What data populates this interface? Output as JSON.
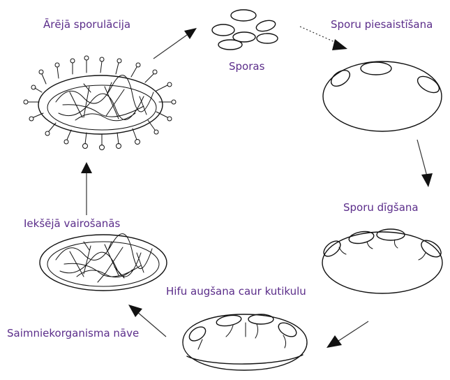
{
  "diagram": {
    "labels": {
      "external_sporulation": "Ārējā sporulācija",
      "spores": "Sporas",
      "spore_attachment": "Sporu piesaistīšana",
      "spore_germination": "Sporu dīgšana",
      "hyphal_growth": "Hifu augšana caur kutikulu",
      "host_death": "Saimniekorganisma nāve",
      "internal_reproduction": "Iekšējā vairošanās"
    },
    "colors": {
      "label_text": "#5b2d8a",
      "drawing_ink": "#111111"
    }
  }
}
